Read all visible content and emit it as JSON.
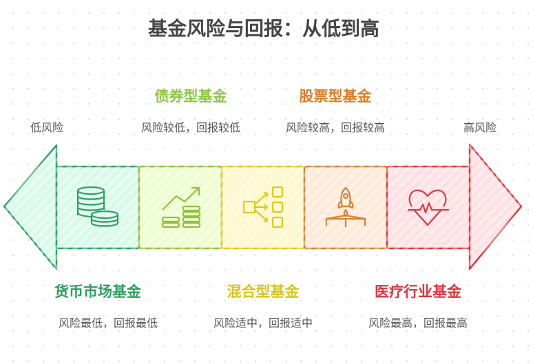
{
  "title": "基金风险与回报：从低到高",
  "low_label": "低风险",
  "high_label": "高风险",
  "funds": [
    {
      "name": "货币市场基金",
      "desc": "风险最低，回报最低",
      "color": "#2e9e5e",
      "icon": "coins-icon"
    },
    {
      "name": "债券型基金",
      "desc": "风险较低，回报较低",
      "color": "#8cc63f",
      "icon": "growth-chart-coins-icon"
    },
    {
      "name": "混合型基金",
      "desc": "风险适中，回报适中",
      "color": "#d8c419",
      "icon": "diversify-icon"
    },
    {
      "name": "股票型基金",
      "desc": "风险较高，回报较高",
      "color": "#e07b22",
      "icon": "rocket-icon"
    },
    {
      "name": "医疗行业基金",
      "desc": "风险最高，回报最高",
      "color": "#d9363e",
      "icon": "heart-pulse-icon"
    }
  ]
}
